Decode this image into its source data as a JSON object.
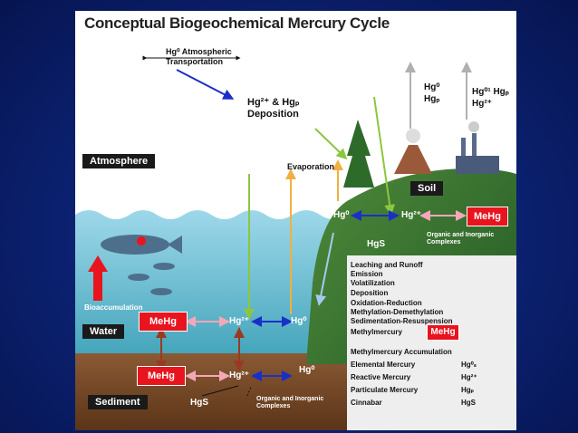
{
  "title": "Conceptual Biogeochemical Mercury Cycle",
  "atmo_transport": [
    "Hg⁰ Atmospheric",
    "Transportation"
  ],
  "deposition": [
    "Hg²⁺ & Hgₚ",
    "Deposition"
  ],
  "evaporation": "Evaporation",
  "up_left": [
    "Hg⁰",
    "Hgₚ"
  ],
  "up_right": [
    "Hg⁰¹ Hgₚ",
    "Hg²⁺"
  ],
  "zones": {
    "atmosphere": "Atmosphere",
    "soil": "Soil",
    "water": "Water",
    "sediment": "Sediment"
  },
  "soil": {
    "hg0": "Hg⁰",
    "hg2": "Hg²⁺",
    "mehg": "MeHg",
    "hgs": "HgS",
    "complex": [
      "Organic and Inorganic",
      "Complexes"
    ]
  },
  "bioaccumulation": "Bioaccumulation",
  "water": {
    "mehg": "MeHg",
    "hg2": "Hg²⁺",
    "hg0": "Hg⁰"
  },
  "sediment": {
    "mehg": "MeHg",
    "hg2": "Hg²⁺",
    "hg0": "Hg⁰",
    "hgs": "HgS",
    "complex": [
      "Organic and Inorganic",
      "Complexes"
    ]
  },
  "legend": {
    "rows": [
      {
        "label": "Leaching and Runoff",
        "color": "#a7c8ee"
      },
      {
        "label": "Emission",
        "color": "#b0b0b0"
      },
      {
        "label": "Volatilization",
        "color": "#f0b040"
      },
      {
        "label": "Deposition",
        "color": "#8cc63e"
      },
      {
        "label": "Oxidation-Reduction",
        "color": "#1a2fc8"
      },
      {
        "label": "Methylation-Demethylation",
        "color": "#f2a8b8"
      },
      {
        "label": "Sedimentation-Resuspension",
        "color": "#9a3a22"
      }
    ],
    "methylmercury": "Methylmercury",
    "methylmercury_box": "MeHg",
    "accumulation": "Methylmercury Accumulation",
    "species": [
      {
        "label": "Elemental Mercury",
        "symbol": "Hg⁰ₛ"
      },
      {
        "label": "Reactive Mercury",
        "symbol": "Hg²⁺"
      },
      {
        "label": "Particulate Mercury",
        "symbol": "Hgₚ"
      },
      {
        "label": "Cinnabar",
        "symbol": "HgS"
      }
    ]
  }
}
